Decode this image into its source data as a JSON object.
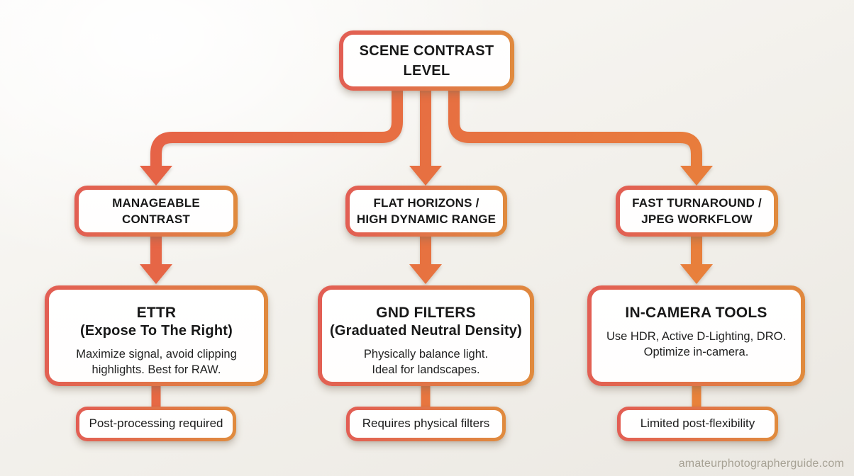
{
  "theme": {
    "border_from": "#e25d54",
    "border_to": "#e08b3d",
    "arrow_from": "#e66048",
    "arrow_to": "#e8823a",
    "text": "#181818",
    "bg_light": "#fbfaf8",
    "bg_dark": "#ebe8e2",
    "watermark": "#a7a295"
  },
  "root": {
    "title_lines": [
      "SCENE CONTRAST",
      "LEVEL"
    ]
  },
  "columns": [
    {
      "condition_lines": [
        "MANAGEABLE",
        "CONTRAST"
      ],
      "solution_title": "ETTR",
      "solution_subtitle": "(Expose To The Right)",
      "solution_body_lines": [
        "Maximize signal, avoid clipping",
        "highlights. Best for RAW."
      ],
      "note": "Post-processing required"
    },
    {
      "condition_lines": [
        "FLAT HORIZONS /",
        "HIGH DYNAMIC RANGE"
      ],
      "solution_title": "GND FILTERS",
      "solution_subtitle": "(Graduated Neutral Density)",
      "solution_body_lines": [
        "Physically balance light.",
        "Ideal for landscapes."
      ],
      "note": "Requires physical filters"
    },
    {
      "condition_lines": [
        "FAST TURNAROUND /",
        "JPEG WORKFLOW"
      ],
      "solution_title": "IN-CAMERA TOOLS",
      "solution_subtitle": "",
      "solution_body_lines": [
        "Use HDR, Active D-Lighting, DRO.",
        "Optimize in-camera."
      ],
      "note": "Limited post-flexibility"
    }
  ],
  "footer": {
    "watermark": "amateurphotographerguide.com"
  }
}
